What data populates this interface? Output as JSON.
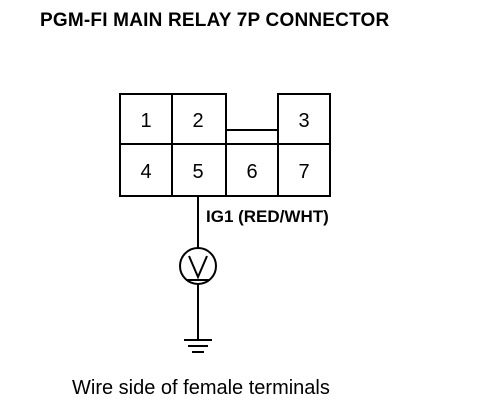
{
  "title": "PGM-FI MAIN RELAY 7P CONNECTOR",
  "connector": {
    "pins": [
      {
        "id": "1",
        "label": "1"
      },
      {
        "id": "2",
        "label": "2"
      },
      {
        "id": "3",
        "label": "3"
      },
      {
        "id": "4",
        "label": "4"
      },
      {
        "id": "5",
        "label": "5"
      },
      {
        "id": "6",
        "label": "6"
      },
      {
        "id": "7",
        "label": "7"
      }
    ]
  },
  "wire": {
    "label": "IG1 (RED/WHT)"
  },
  "meter": {
    "symbol": "V",
    "icon": "voltmeter-icon"
  },
  "ground": {
    "icon": "ground-icon"
  },
  "caption": "Wire side of female terminals"
}
